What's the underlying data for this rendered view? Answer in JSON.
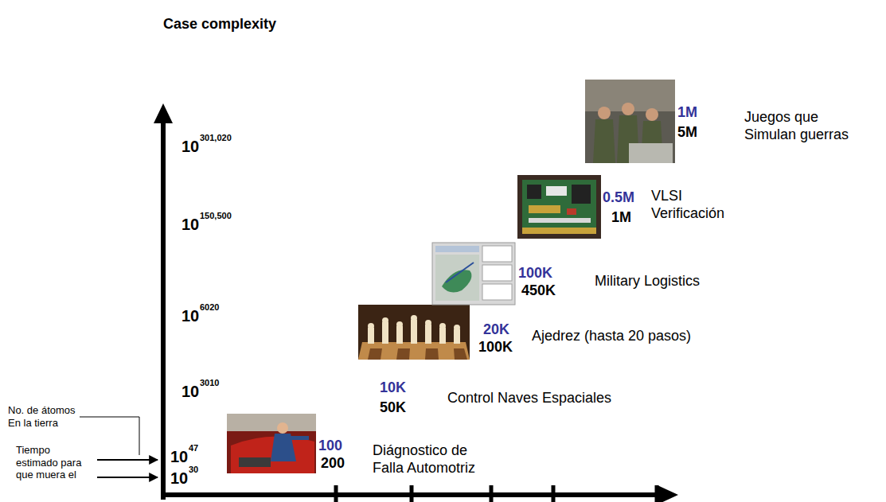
{
  "diagram": {
    "title": "Case complexity",
    "labels": [
      "1M",
      "5M",
      "Juegos que Simulan guerras",
      "0.5M",
      "1M",
      "VLSI Verificación",
      "100K",
      "450K",
      "Military Logistics",
      "20K",
      "100K",
      "Ajedrez (hasta 20 pasos)",
      "10K",
      "50K",
      "Control Naves Espaciales",
      "100",
      "200",
      "Diágnostico de Falla Automotriz",
      "10",
      "301,020",
      "10",
      "150,500",
      "10",
      "6020",
      "10",
      "3010",
      "10",
      "47",
      "10",
      "30",
      "No. de átomos En la tierra",
      "Tiempo estimado para que muera el"
    ]
  }
}
